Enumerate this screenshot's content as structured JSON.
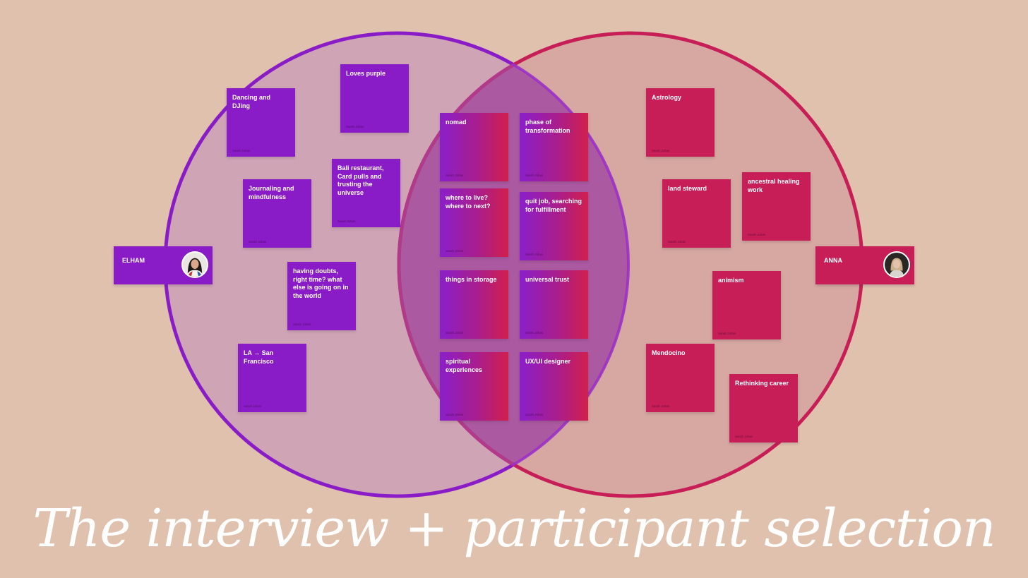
{
  "title": "The interview + participant selection",
  "colors": {
    "background": "#dfc1ae",
    "elham_purple": "#8a1cc8",
    "anna_red": "#c71e57",
    "left_circle_fill": "#cfa5b6",
    "right_circle_fill": "#d6a8a1"
  },
  "participants": {
    "left": {
      "name": "ELHAM",
      "avatar_icon": "elham-avatar-photo"
    },
    "right": {
      "name": "ANNA",
      "avatar_icon": "anna-avatar-photo"
    }
  },
  "notes_left": [
    {
      "text": "Loves purple",
      "author": "Sarah Johas"
    },
    {
      "text": "Dancing and DJing",
      "author": "Sarah Johas"
    },
    {
      "text": "Bali restaurant, Card pulls and trusting the universe",
      "author": "Sarah Johas"
    },
    {
      "text": "Journaling and mindfulness",
      "author": "Sarah Johas"
    },
    {
      "text": "having doubts, right time? what else is going on in the world",
      "author": "Sarah Johas"
    },
    {
      "text": "LA → San Francisco",
      "author": "Sarah Johas"
    }
  ],
  "notes_shared": [
    {
      "text": "nomad",
      "author": "Sarah Johas"
    },
    {
      "text": "phase of transformation",
      "author": "Sarah Johas"
    },
    {
      "text": "where to live? where to next?",
      "author": "Sarah Johas"
    },
    {
      "text": "quit job, searching for fulfillment",
      "author": "Sarah Johas"
    },
    {
      "text": "things in storage",
      "author": "Sarah Johas"
    },
    {
      "text": "universal trust",
      "author": "Sarah Johas"
    },
    {
      "text": "spiritual experiences",
      "author": "Sarah Johas"
    },
    {
      "text": "UX/UI designer",
      "author": "Sarah Johas"
    }
  ],
  "notes_right": [
    {
      "text": "Astrology",
      "author": "Sarah Johas"
    },
    {
      "text": "land steward",
      "author": "Sarah Johas"
    },
    {
      "text": "ancestral healing work",
      "author": "Sarah Johas"
    },
    {
      "text": "animism",
      "author": "Sarah Johas"
    },
    {
      "text": "Mendocino",
      "author": "Sarah Johas"
    },
    {
      "text": "Rethinking career",
      "author": "Sarah Johas"
    }
  ]
}
